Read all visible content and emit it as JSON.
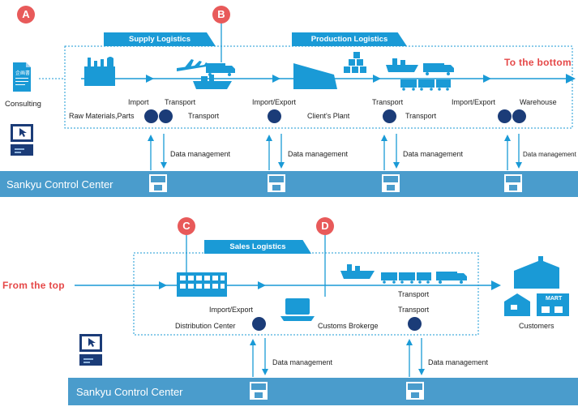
{
  "markers": {
    "a": "A",
    "b": "B",
    "c": "C",
    "d": "D"
  },
  "banners": {
    "supply": "Supply Logistics",
    "production": "Production Logistics",
    "sales": "Sales Logistics"
  },
  "top": {
    "consulting": "Consulting",
    "doc_label": "企画書",
    "to_bottom": "To the bottom",
    "raw_materials": "Raw Materials,Parts",
    "import": "Import",
    "transport_1": "Transport",
    "transport_2": "Transport",
    "import_export_1": "Import/Export",
    "clients_plant": "Client's Plant",
    "transport_3": "Transport",
    "transport_4": "Transport",
    "import_export_2": "Import/Export",
    "warehouse": "Warehouse",
    "dm_1": "Data management",
    "dm_2": "Data management",
    "dm_3": "Data management",
    "dm_4": "Data management",
    "control_center": "Sankyu Control Center"
  },
  "bottom": {
    "from_top": "From the top",
    "transport_1": "Transport",
    "import_export": "Import/Export",
    "distribution_center": "Distribution Center",
    "customs_brokerage": "Customs Brokerge",
    "transport_2": "Transport",
    "customers": "Customers",
    "mart": "MART",
    "dm_1": "Data management",
    "dm_2": "Data management",
    "control_center": "Sankyu Control Center"
  },
  "colors": {
    "primary_blue": "#1a9ad6",
    "dark_navy": "#1b3c78",
    "bar_blue": "#4a9ccc",
    "marker_red": "#e85a5a",
    "text_red": "#e54848"
  }
}
